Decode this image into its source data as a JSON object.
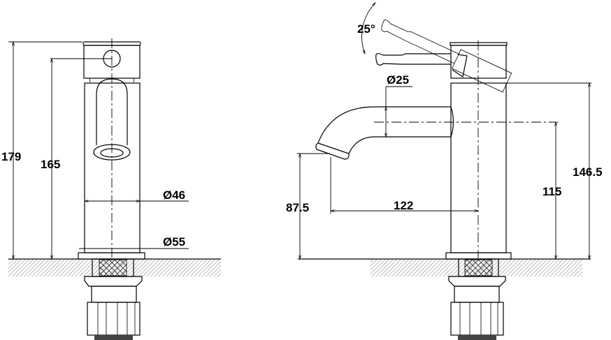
{
  "front_view": {
    "dim_total_height": "179",
    "dim_handle_height": "165",
    "dim_body_diameter": "Ø46",
    "dim_base_diameter": "Ø55"
  },
  "side_view": {
    "dim_lever_angle": "25°",
    "dim_spout_diameter": "Ø25",
    "dim_outlet_height": "87.5",
    "dim_spout_reach": "122",
    "dim_spout_center_height": "115",
    "dim_body_height": "146.5"
  }
}
